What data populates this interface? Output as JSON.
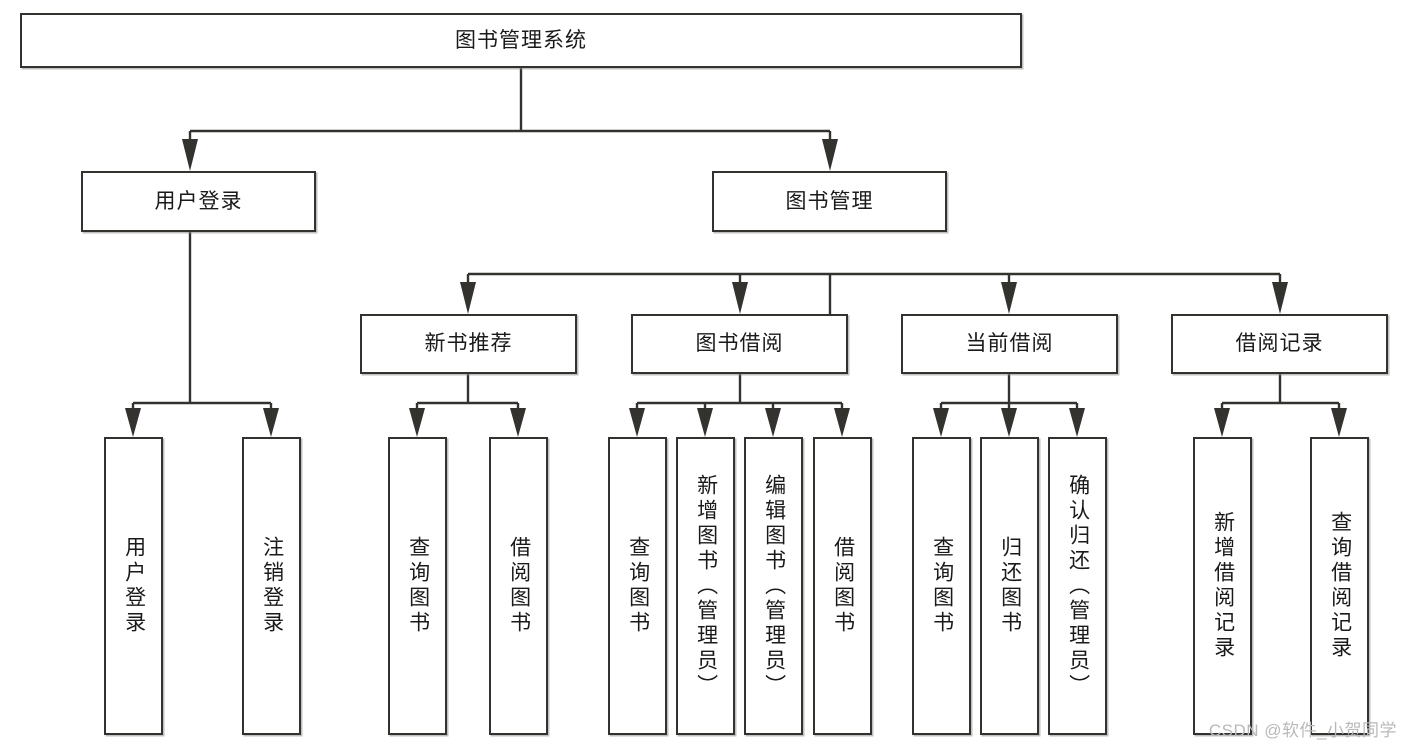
{
  "diagram": {
    "title": "图书管理系统",
    "type": "tree-hierarchy-chart",
    "root": {
      "label": "图书管理系统"
    },
    "level2": [
      {
        "label": "用户登录"
      },
      {
        "label": "图书管理"
      }
    ],
    "level3": [
      {
        "label": "新书推荐"
      },
      {
        "label": "图书借阅"
      },
      {
        "label": "当前借阅"
      },
      {
        "label": "借阅记录"
      }
    ],
    "leaves": [
      {
        "label": "用户登录",
        "parent": "用户登录"
      },
      {
        "label": "注销登录",
        "parent": "用户登录"
      },
      {
        "label": "查询图书",
        "parent": "新书推荐"
      },
      {
        "label": "借阅图书",
        "parent": "新书推荐"
      },
      {
        "label": "查询图书",
        "parent": "图书借阅"
      },
      {
        "label": "新增图书（管理员）",
        "parent": "图书借阅"
      },
      {
        "label": "编辑图书（管理员）",
        "parent": "图书借阅"
      },
      {
        "label": "借阅图书",
        "parent": "图书借阅"
      },
      {
        "label": "查询图书",
        "parent": "当前借阅"
      },
      {
        "label": "归还图书",
        "parent": "当前借阅"
      },
      {
        "label": "确认归还（管理员）",
        "parent": "当前借阅"
      },
      {
        "label": "新增借阅记录",
        "parent": "借阅记录"
      },
      {
        "label": "查询借阅记录",
        "parent": "借阅记录"
      }
    ]
  },
  "watermark": {
    "text": "CSDN @软件_小贺同学"
  },
  "colors": {
    "stroke": "#33322f",
    "background": "#ffffff",
    "text": "#1a1a1a",
    "watermark": "#b9b9b9"
  }
}
